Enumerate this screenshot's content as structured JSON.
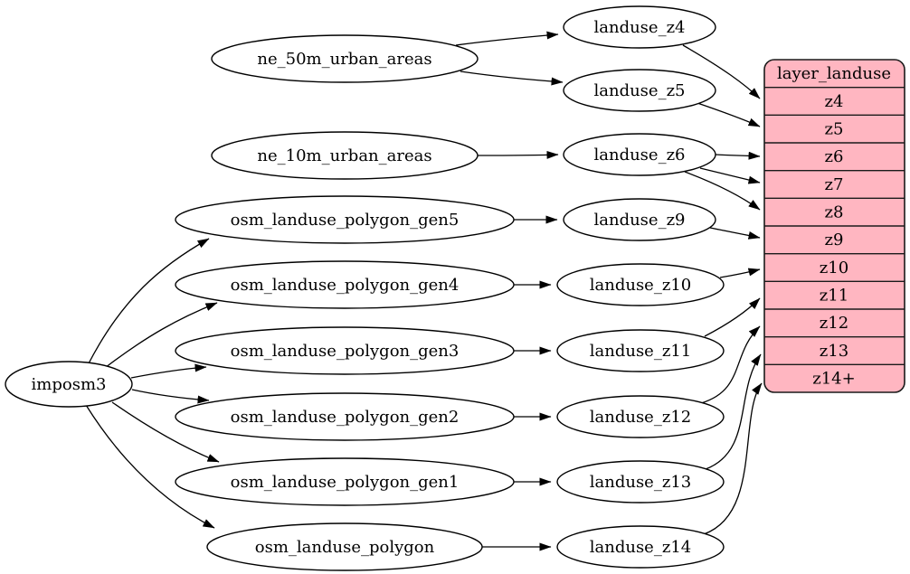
{
  "diagram": {
    "type": "graphviz-digraph",
    "background_color": "#ffffff",
    "edge_color": "#000000",
    "node_style": {
      "fill": "#ffffff",
      "stroke": "#000000"
    },
    "nodes": {
      "imposm3": "imposm3",
      "ne_50m_urban_areas": "ne_50m_urban_areas",
      "ne_10m_urban_areas": "ne_10m_urban_areas",
      "osm_landuse_polygon_gen5": "osm_landuse_polygon_gen5",
      "osm_landuse_polygon_gen4": "osm_landuse_polygon_gen4",
      "osm_landuse_polygon_gen3": "osm_landuse_polygon_gen3",
      "osm_landuse_polygon_gen2": "osm_landuse_polygon_gen2",
      "osm_landuse_polygon_gen1": "osm_landuse_polygon_gen1",
      "osm_landuse_polygon": "osm_landuse_polygon",
      "landuse_z4": "landuse_z4",
      "landuse_z5": "landuse_z5",
      "landuse_z6": "landuse_z6",
      "landuse_z9": "landuse_z9",
      "landuse_z10": "landuse_z10",
      "landuse_z11": "landuse_z11",
      "landuse_z12": "landuse_z12",
      "landuse_z13": "landuse_z13",
      "landuse_z14": "landuse_z14"
    },
    "table": {
      "header": "layer_landuse",
      "rows": [
        "z4",
        "z5",
        "z6",
        "z7",
        "z8",
        "z9",
        "z10",
        "z11",
        "z12",
        "z13",
        "z14+"
      ],
      "fill_color": "#ffb6c1",
      "stroke_color": "#1a1a1a"
    },
    "edges": [
      {
        "from": "imposm3",
        "to": "osm_landuse_polygon_gen5"
      },
      {
        "from": "imposm3",
        "to": "osm_landuse_polygon_gen4"
      },
      {
        "from": "imposm3",
        "to": "osm_landuse_polygon_gen3"
      },
      {
        "from": "imposm3",
        "to": "osm_landuse_polygon_gen2"
      },
      {
        "from": "imposm3",
        "to": "osm_landuse_polygon_gen1"
      },
      {
        "from": "imposm3",
        "to": "osm_landuse_polygon"
      },
      {
        "from": "ne_50m_urban_areas",
        "to": "landuse_z4"
      },
      {
        "from": "ne_50m_urban_areas",
        "to": "landuse_z5"
      },
      {
        "from": "ne_10m_urban_areas",
        "to": "landuse_z6"
      },
      {
        "from": "osm_landuse_polygon_gen5",
        "to": "landuse_z9"
      },
      {
        "from": "osm_landuse_polygon_gen4",
        "to": "landuse_z10"
      },
      {
        "from": "osm_landuse_polygon_gen3",
        "to": "landuse_z11"
      },
      {
        "from": "osm_landuse_polygon_gen2",
        "to": "landuse_z12"
      },
      {
        "from": "osm_landuse_polygon_gen1",
        "to": "landuse_z13"
      },
      {
        "from": "osm_landuse_polygon",
        "to": "landuse_z14"
      },
      {
        "from": "landuse_z4",
        "to": "layer_landuse:z4"
      },
      {
        "from": "landuse_z5",
        "to": "layer_landuse:z5"
      },
      {
        "from": "landuse_z6",
        "to": "layer_landuse:z6"
      },
      {
        "from": "landuse_z6",
        "to": "layer_landuse:z7"
      },
      {
        "from": "landuse_z6",
        "to": "layer_landuse:z8"
      },
      {
        "from": "landuse_z9",
        "to": "layer_landuse:z9"
      },
      {
        "from": "landuse_z10",
        "to": "layer_landuse:z10"
      },
      {
        "from": "landuse_z11",
        "to": "layer_landuse:z11"
      },
      {
        "from": "landuse_z12",
        "to": "layer_landuse:z12"
      },
      {
        "from": "landuse_z13",
        "to": "layer_landuse:z13"
      },
      {
        "from": "landuse_z14",
        "to": "layer_landuse:z14+"
      }
    ]
  }
}
